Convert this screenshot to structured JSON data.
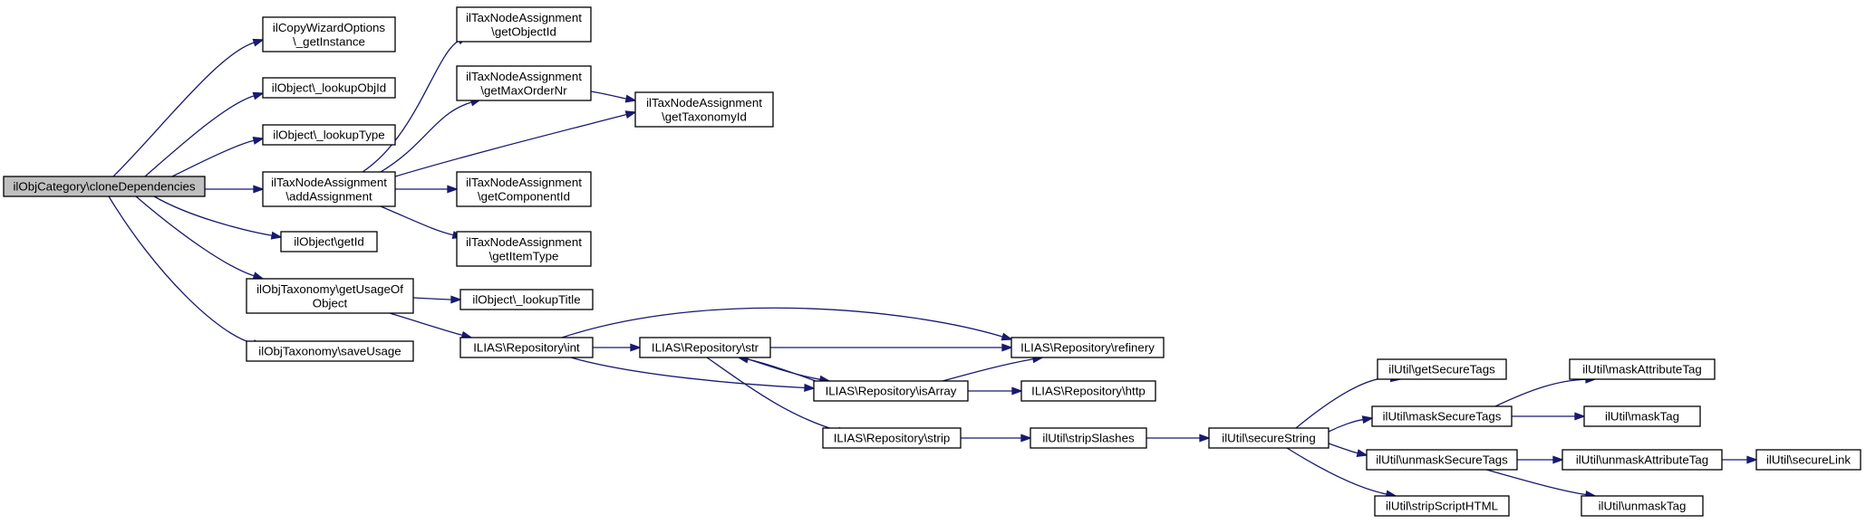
{
  "graph": {
    "edge_color": "#191970",
    "root_fill": "#bfbfbf",
    "nodes": [
      {
        "id": "root",
        "lines": [
          "ilObjCategory\\cloneDependencies"
        ],
        "root": true
      },
      {
        "id": "cwo",
        "lines": [
          "ilCopyWizardOptions",
          "\\_getInstance"
        ]
      },
      {
        "id": "lookupObjId",
        "lines": [
          "ilObject\\_lookupObjId"
        ]
      },
      {
        "id": "lookupType",
        "lines": [
          "ilObject\\_lookupType"
        ]
      },
      {
        "id": "addAssignment",
        "lines": [
          "ilTaxNodeAssignment",
          "\\addAssignment"
        ]
      },
      {
        "id": "getId",
        "lines": [
          "ilObject\\getId"
        ]
      },
      {
        "id": "getUsageOfObject",
        "lines": [
          "ilObjTaxonomy\\getUsageOf",
          "Object"
        ]
      },
      {
        "id": "saveUsage",
        "lines": [
          "ilObjTaxonomy\\saveUsage"
        ]
      },
      {
        "id": "getObjectId",
        "lines": [
          "ilTaxNodeAssignment",
          "\\getObjectId"
        ]
      },
      {
        "id": "getMaxOrderNr",
        "lines": [
          "ilTaxNodeAssignment",
          "\\getMaxOrderNr"
        ]
      },
      {
        "id": "getTaxonomyId",
        "lines": [
          "ilTaxNodeAssignment",
          "\\getTaxonomyId"
        ]
      },
      {
        "id": "getComponentId",
        "lines": [
          "ilTaxNodeAssignment",
          "\\getComponentId"
        ]
      },
      {
        "id": "getItemType",
        "lines": [
          "ilTaxNodeAssignment",
          "\\getItemType"
        ]
      },
      {
        "id": "lookupTitle",
        "lines": [
          "ilObject\\_lookupTitle"
        ]
      },
      {
        "id": "int",
        "lines": [
          "ILIAS\\Repository\\int"
        ]
      },
      {
        "id": "str",
        "lines": [
          "ILIAS\\Repository\\str"
        ]
      },
      {
        "id": "refinery",
        "lines": [
          "ILIAS\\Repository\\refinery"
        ]
      },
      {
        "id": "isArray",
        "lines": [
          "ILIAS\\Repository\\isArray"
        ]
      },
      {
        "id": "http",
        "lines": [
          "ILIAS\\Repository\\http"
        ]
      },
      {
        "id": "strip",
        "lines": [
          "ILIAS\\Repository\\strip"
        ]
      },
      {
        "id": "stripSlashes",
        "lines": [
          "ilUtil\\stripSlashes"
        ]
      },
      {
        "id": "secureString",
        "lines": [
          "ilUtil\\secureString"
        ]
      },
      {
        "id": "getSecureTags",
        "lines": [
          "ilUtil\\getSecureTags"
        ]
      },
      {
        "id": "maskSecureTags",
        "lines": [
          "ilUtil\\maskSecureTags"
        ]
      },
      {
        "id": "unmaskSecureTags",
        "lines": [
          "ilUtil\\unmaskSecureTags"
        ]
      },
      {
        "id": "stripScriptHTML",
        "lines": [
          "ilUtil\\stripScriptHTML"
        ]
      },
      {
        "id": "maskAttributeTag",
        "lines": [
          "ilUtil\\maskAttributeTag"
        ]
      },
      {
        "id": "maskTag",
        "lines": [
          "ilUtil\\maskTag"
        ]
      },
      {
        "id": "unmaskAttributeTag",
        "lines": [
          "ilUtil\\unmaskAttributeTag"
        ]
      },
      {
        "id": "unmaskTag",
        "lines": [
          "ilUtil\\unmaskTag"
        ]
      },
      {
        "id": "secureLink",
        "lines": [
          "ilUtil\\secureLink"
        ]
      }
    ],
    "edges": [
      {
        "from": "root",
        "to": "cwo"
      },
      {
        "from": "root",
        "to": "lookupObjId"
      },
      {
        "from": "root",
        "to": "lookupType"
      },
      {
        "from": "root",
        "to": "addAssignment"
      },
      {
        "from": "root",
        "to": "getId"
      },
      {
        "from": "root",
        "to": "getUsageOfObject"
      },
      {
        "from": "root",
        "to": "saveUsage"
      },
      {
        "from": "addAssignment",
        "to": "getObjectId"
      },
      {
        "from": "addAssignment",
        "to": "getMaxOrderNr"
      },
      {
        "from": "addAssignment",
        "to": "getTaxonomyId"
      },
      {
        "from": "addAssignment",
        "to": "getComponentId"
      },
      {
        "from": "addAssignment",
        "to": "getItemType"
      },
      {
        "from": "getMaxOrderNr",
        "to": "getTaxonomyId"
      },
      {
        "from": "getUsageOfObject",
        "to": "lookupTitle"
      },
      {
        "from": "getUsageOfObject",
        "to": "int"
      },
      {
        "from": "int",
        "to": "str"
      },
      {
        "from": "int",
        "to": "refinery"
      },
      {
        "from": "int",
        "to": "isArray"
      },
      {
        "from": "str",
        "to": "refinery"
      },
      {
        "from": "str",
        "to": "isArray"
      },
      {
        "from": "str",
        "to": "strip"
      },
      {
        "from": "isArray",
        "to": "str"
      },
      {
        "from": "isArray",
        "to": "refinery"
      },
      {
        "from": "isArray",
        "to": "http"
      },
      {
        "from": "strip",
        "to": "stripSlashes"
      },
      {
        "from": "stripSlashes",
        "to": "secureString"
      },
      {
        "from": "secureString",
        "to": "getSecureTags"
      },
      {
        "from": "secureString",
        "to": "maskSecureTags"
      },
      {
        "from": "secureString",
        "to": "unmaskSecureTags"
      },
      {
        "from": "secureString",
        "to": "stripScriptHTML"
      },
      {
        "from": "maskSecureTags",
        "to": "maskAttributeTag"
      },
      {
        "from": "maskSecureTags",
        "to": "maskTag"
      },
      {
        "from": "unmaskSecureTags",
        "to": "unmaskAttributeTag"
      },
      {
        "from": "unmaskSecureTags",
        "to": "unmaskTag"
      },
      {
        "from": "unmaskAttributeTag",
        "to": "secureLink"
      }
    ]
  }
}
